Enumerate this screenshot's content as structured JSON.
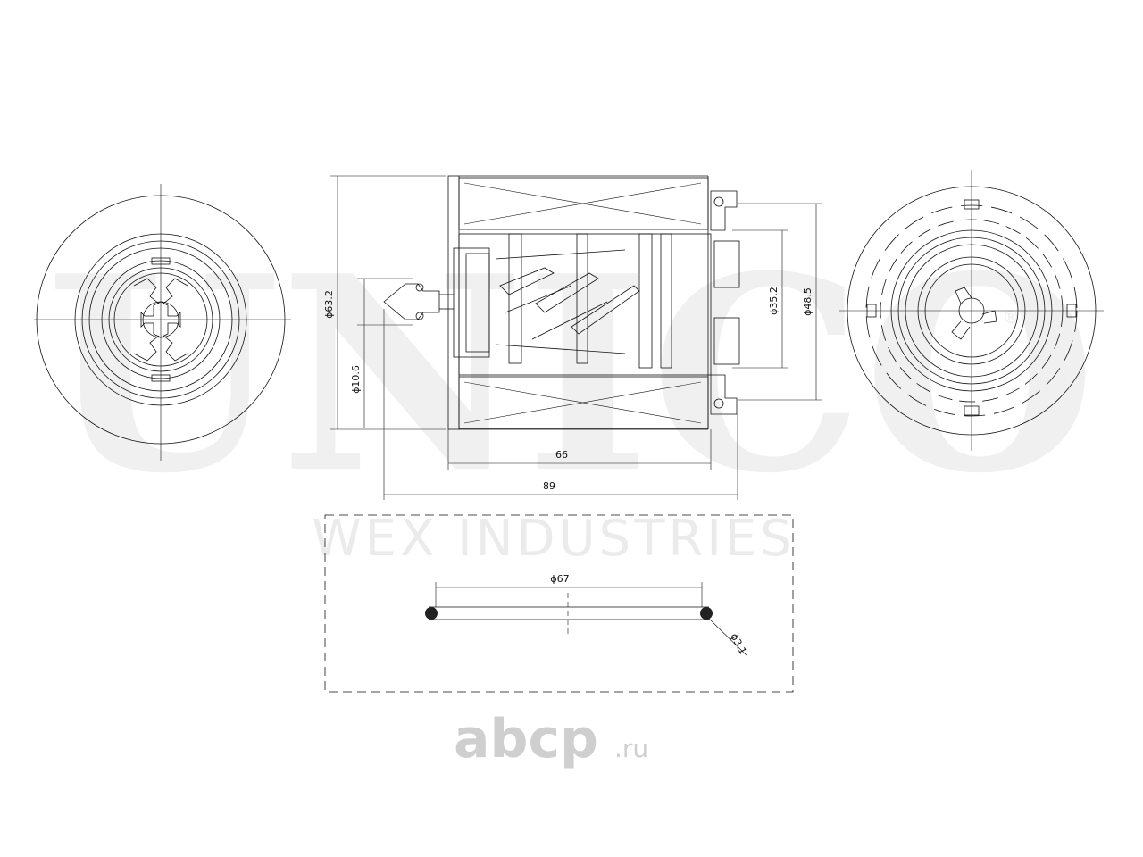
{
  "watermark": {
    "brand": "UNICO",
    "tagline": "WEX INDUSTRIES",
    "registered_mark": "®"
  },
  "dimensions": {
    "d_outer": "ϕ63.2",
    "d_inlet": "ϕ10.6",
    "d_inner": "ϕ35.2",
    "d_flange": "ϕ48.5",
    "length_body": "66",
    "length_total": "89",
    "d_oring": "ϕ67",
    "d_section": "ϕ3.1"
  },
  "footer_logo": {
    "name": "abcp",
    "suffix": ".ru"
  },
  "colors": {
    "line": "#111111",
    "watermark": "#f0f0f0",
    "logo": "#cfcfcf"
  }
}
